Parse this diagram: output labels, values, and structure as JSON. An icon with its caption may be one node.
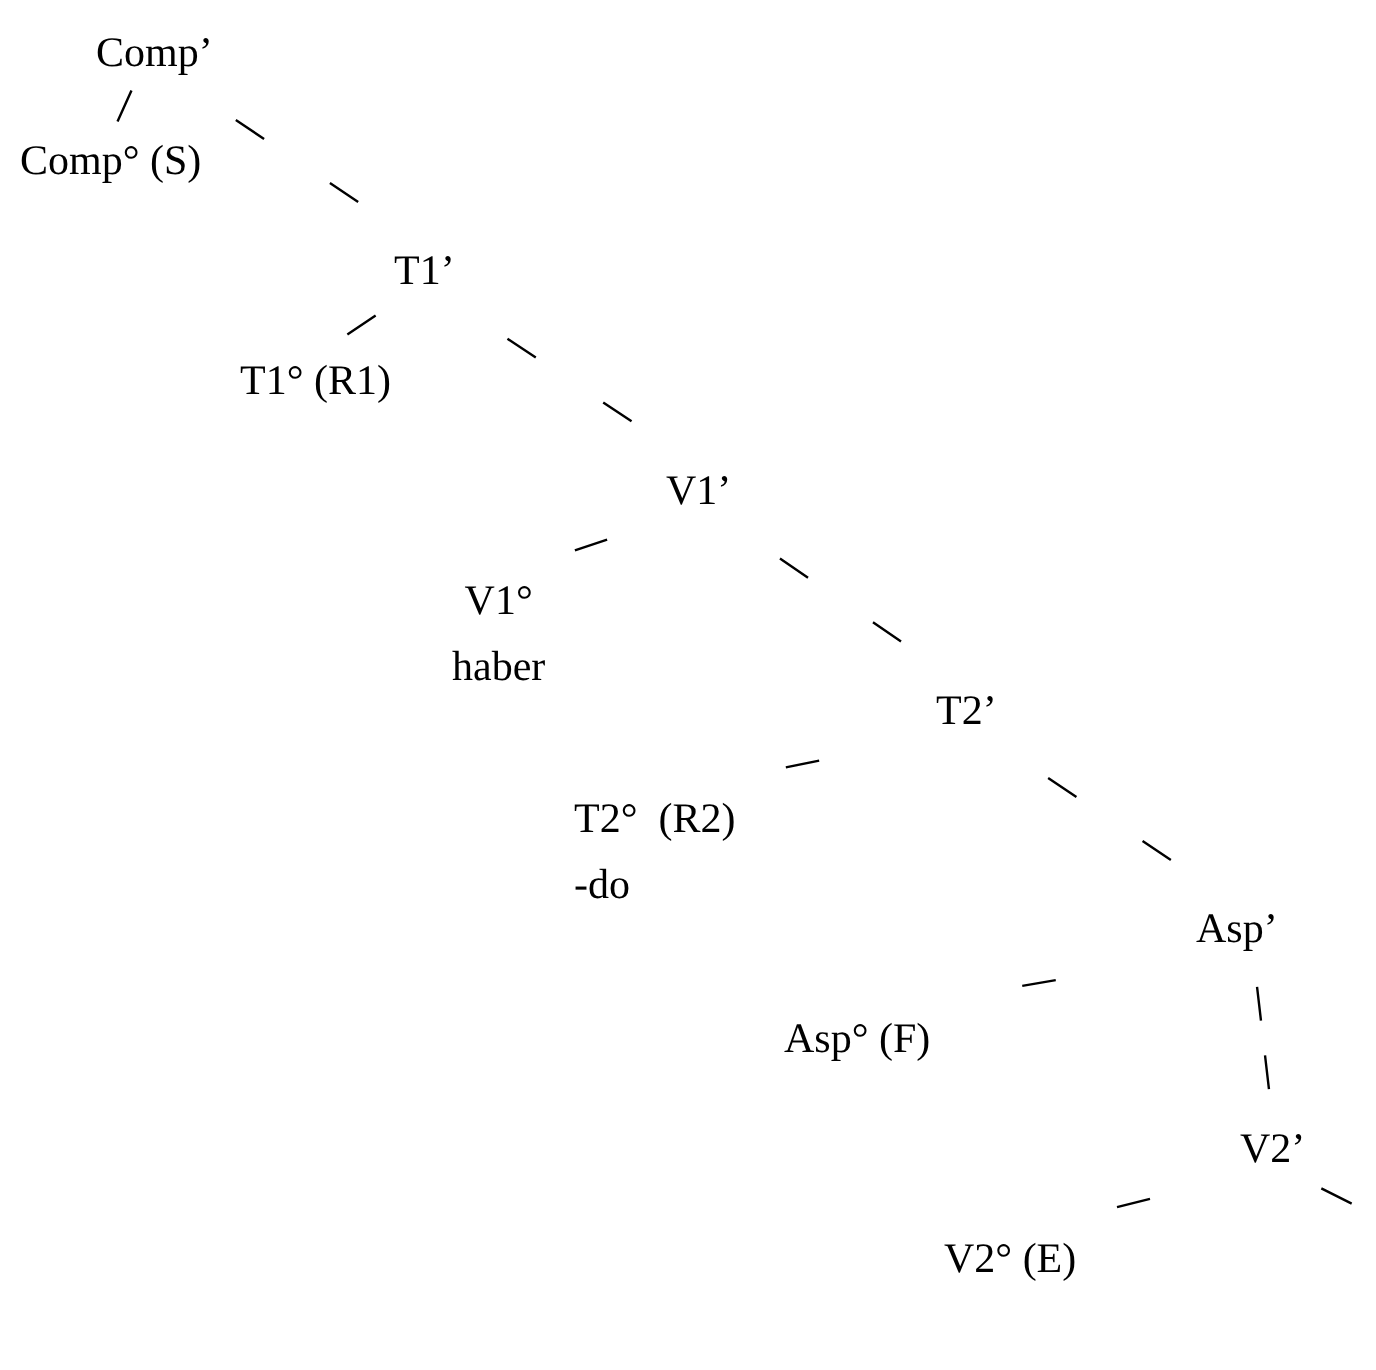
{
  "diagram": {
    "nodes": [
      {
        "text": [
          "Comp’"
        ]
      },
      {
        "text": [
          "Comp° (S)"
        ]
      },
      {
        "text": [
          "T1’"
        ]
      },
      {
        "text": [
          "T1° (R1)"
        ]
      },
      {
        "text": [
          "V1’"
        ]
      },
      {
        "text": [
          "V1°",
          "haber"
        ]
      },
      {
        "text": [
          "T2’"
        ]
      },
      {
        "text": [
          "T2°  (R2)",
          "-do"
        ]
      },
      {
        "text": [
          "Asp’"
        ]
      },
      {
        "text": [
          "Asp° (F)"
        ]
      },
      {
        "text": [
          "V2’"
        ]
      },
      {
        "text": [
          "V2° (E)"
        ]
      }
    ],
    "edges": [
      {
        "from": 0,
        "to": 1,
        "arrow": "none"
      },
      {
        "from": 0,
        "to": 2,
        "arrow": "none"
      },
      {
        "from": 2,
        "to": 3,
        "arrow": "none"
      },
      {
        "from": 2,
        "to": 4,
        "arrow": "none"
      },
      {
        "from": 4,
        "to": 5,
        "arrow": "none"
      },
      {
        "from": 4,
        "to": 6,
        "arrow": "none"
      },
      {
        "from": 6,
        "to": 7,
        "arrow": "none"
      },
      {
        "from": 6,
        "to": 8,
        "arrow": "none"
      },
      {
        "from": 8,
        "to": 9,
        "arrow": "none"
      },
      {
        "from": 8,
        "to": 10,
        "arrow": "none"
      },
      {
        "from": 10,
        "to": 11,
        "arrow": "none"
      },
      {
        "from": 10,
        "to": null,
        "arrow": "none"
      }
    ]
  }
}
